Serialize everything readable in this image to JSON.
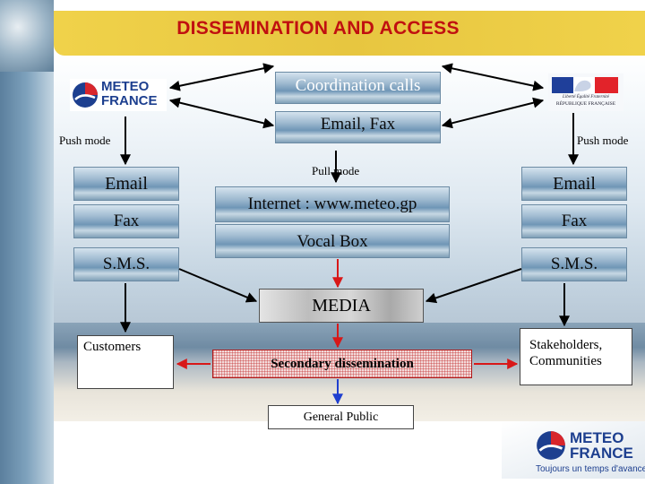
{
  "title": "DISSEMINATION AND ACCESS",
  "coordination": {
    "calls": "Coordination calls",
    "email_fax": "Email, Fax"
  },
  "left": {
    "push_mode": "Push mode",
    "channels": [
      "Email",
      "Fax",
      "S.M.S."
    ],
    "audience": "Customers"
  },
  "right": {
    "push_mode": "Push mode",
    "channels": [
      "Email",
      "Fax",
      "S.M.S."
    ],
    "audience": [
      "Stakeholders,",
      "Communities"
    ]
  },
  "center": {
    "pull_mode": "Pull mode",
    "internet": "Internet : www.meteo.gp",
    "vocal_box": "Vocal Box"
  },
  "media": "MEDIA",
  "secondary": "Secondary dissemination",
  "public": "General Public",
  "logos": {
    "meteo_france_top": {
      "line1": "METEO",
      "line2": "FRANCE"
    },
    "republique": {
      "motto": "Liberté Égalité Fraternité",
      "name": "RÉPUBLIQUE FRANÇAISE"
    },
    "meteo_france_bottom": {
      "line1": "METEO",
      "line2": "FRANCE",
      "tagline": "Toujours un temps d'avance"
    }
  },
  "colors": {
    "title": "#c01010",
    "red_arrow": "#d81818",
    "blue_arrow": "#1f3fcf",
    "brand_blue": "#1d3f8f",
    "brand_red": "#d8262c"
  }
}
